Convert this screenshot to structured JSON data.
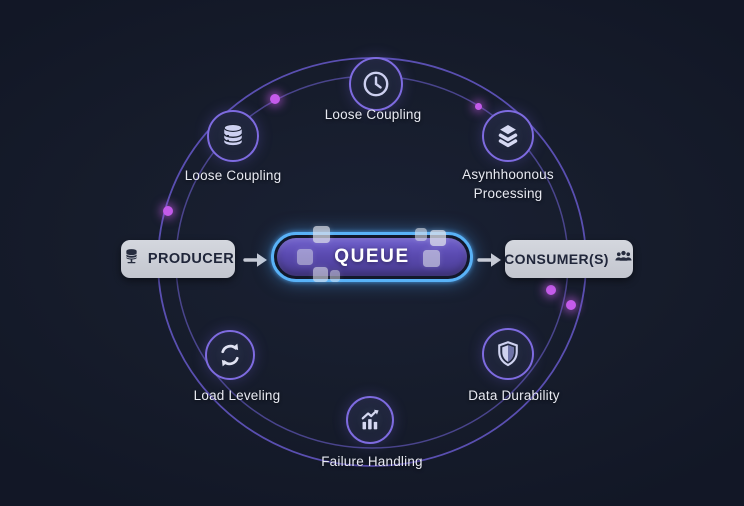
{
  "diagram": {
    "flow": {
      "producer_label": "PRODUCER",
      "queue_label": "QUEUE",
      "consumer_label": "CONSUMER(S)"
    },
    "benefit_nodes": [
      {
        "label": "Loose Coupling",
        "icon": "clock-icon",
        "position": "top"
      },
      {
        "label": "Loose Coupling",
        "icon": "database-icon",
        "position": "upper-left"
      },
      {
        "label": "Asynhhoonous Processing",
        "icon": "layers-icon",
        "position": "upper-right"
      },
      {
        "label": "Load Leveling",
        "icon": "sync-icon",
        "position": "lower-left"
      },
      {
        "label": "Data Durability",
        "icon": "shield-icon",
        "position": "lower-right"
      },
      {
        "label": "Failure Handling",
        "icon": "chart-icon",
        "position": "bottom"
      }
    ],
    "colors": {
      "background": "#151B29",
      "ring_stroke": "#6C5DD3",
      "badge_border": "#7E6BE0",
      "icon_tint": "#CDD0F0",
      "label_text": "#E8EAF2",
      "endpoint_box_bg": "#CBCED6",
      "endpoint_box_text": "#20263A",
      "queue_border": "#59B2F7",
      "queue_fill_top": "#6E5ECF",
      "queue_fill_bottom": "#4B3E94",
      "queue_text": "#FFFFFF",
      "accent_dot": "#C45BEA",
      "arrow": "#C7CBD6"
    }
  }
}
